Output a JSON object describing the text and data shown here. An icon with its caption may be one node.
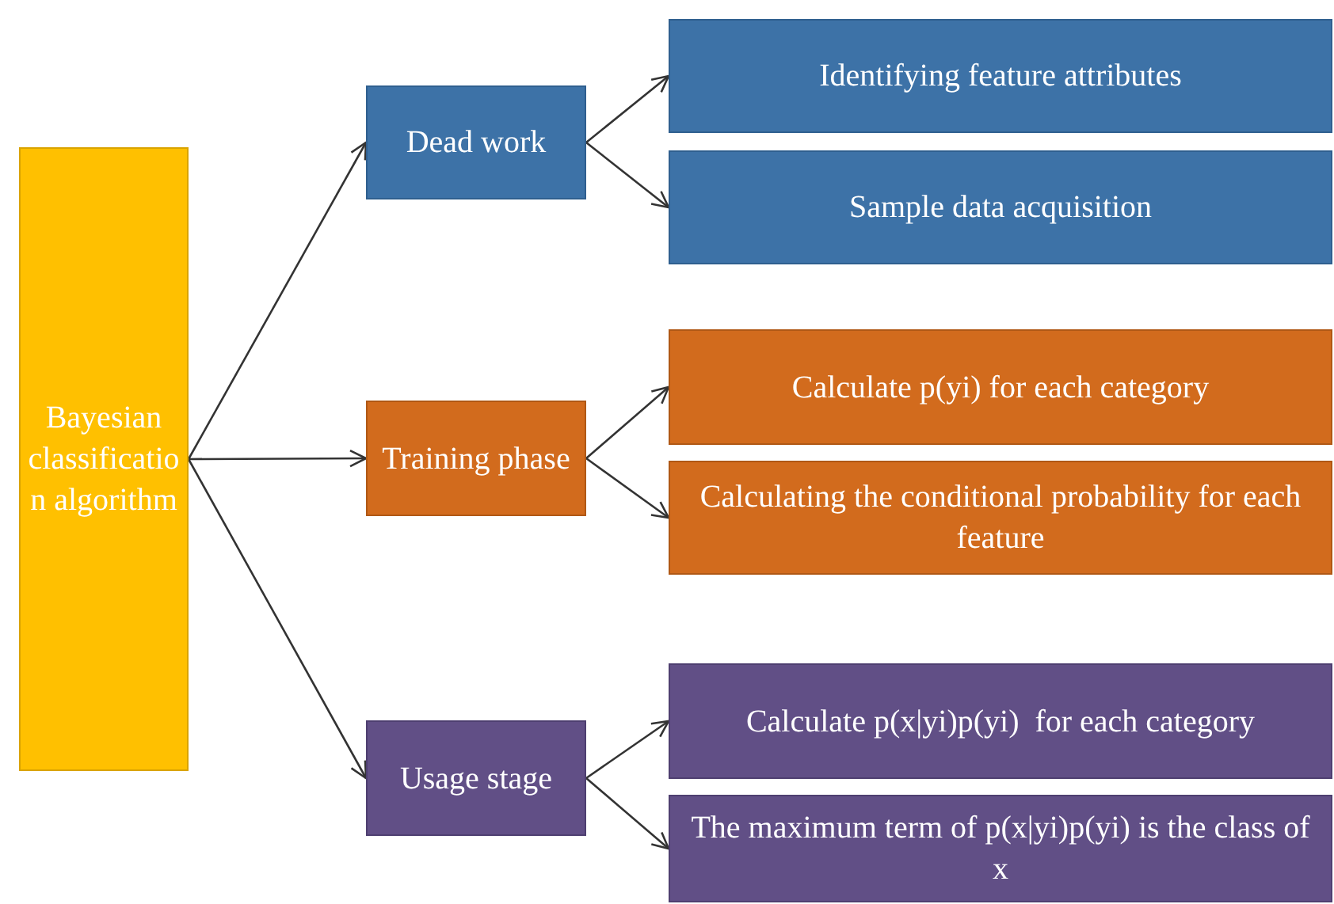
{
  "diagram": {
    "nodes": [
      {
        "text": [
          "Bayesian classification algorithm"
        ]
      },
      {
        "text": [
          "Dead work"
        ]
      },
      {
        "text": [
          "Identifying feature attributes"
        ]
      },
      {
        "text": [
          "Sample data acquisition"
        ]
      },
      {
        "text": [
          "Training phase"
        ]
      },
      {
        "text": [
          "Calculate p(yi) for each category"
        ]
      },
      {
        "text": [
          "Calculating the conditional probability for each feature"
        ]
      },
      {
        "text": [
          "Usage stage"
        ]
      },
      {
        "text": [
          "Calculate p(x|yi)p(yi)  for each category"
        ]
      },
      {
        "text": [
          "The maximum term of p(x|yi)p(yi) is the class of x"
        ]
      }
    ],
    "edges": [
      {
        "from": 0,
        "to": 1,
        "arrow": "to"
      },
      {
        "from": 0,
        "to": 4,
        "arrow": "to"
      },
      {
        "from": 0,
        "to": 7,
        "arrow": "to"
      },
      {
        "from": 1,
        "to": 2,
        "arrow": "to"
      },
      {
        "from": 1,
        "to": 3,
        "arrow": "to"
      },
      {
        "from": 4,
        "to": 5,
        "arrow": "to"
      },
      {
        "from": 4,
        "to": 6,
        "arrow": "to"
      },
      {
        "from": 7,
        "to": 8,
        "arrow": "to"
      },
      {
        "from": 7,
        "to": 9,
        "arrow": "to"
      }
    ]
  }
}
